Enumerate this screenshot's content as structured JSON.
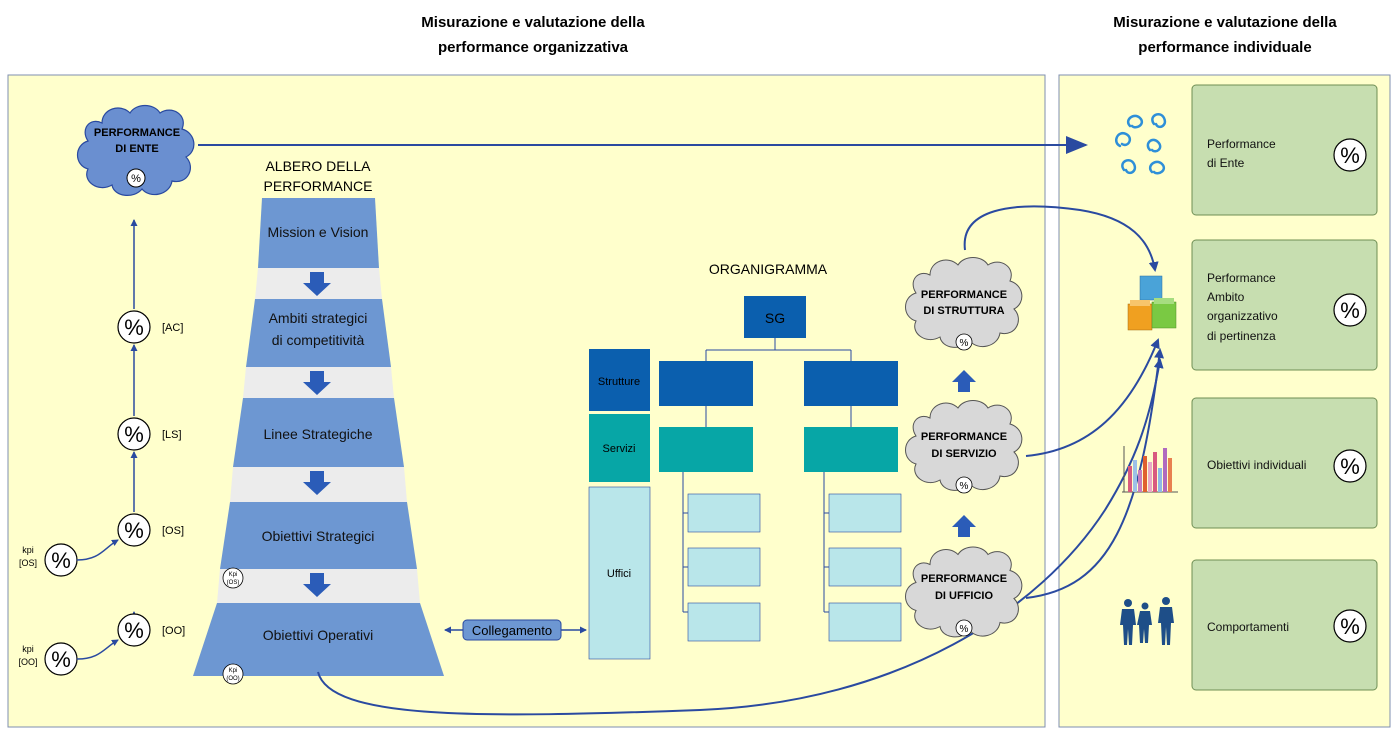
{
  "headers": {
    "org_title_line1": "Misurazione e valutazione della",
    "org_title_line2": "performance organizzativa",
    "ind_title_line1": "Misurazione e valutazione della",
    "ind_title_line2": "performance individuale"
  },
  "ente_cloud": {
    "line1": "PERFORMANCE",
    "line2": "DI ENTE",
    "symbol": "%"
  },
  "chain": [
    {
      "label": "[AC]",
      "symbol": "%"
    },
    {
      "label": "[LS]",
      "symbol": "%"
    },
    {
      "label": "[OS]",
      "symbol": "%"
    },
    {
      "label": "[OO]",
      "symbol": "%"
    }
  ],
  "kpi_os": {
    "line1": "kpi",
    "line2": "[OS]",
    "symbol": "%"
  },
  "kpi_oo": {
    "line1": "kpi",
    "line2": "[OO]",
    "symbol": "%"
  },
  "tree": {
    "title_line1": "ALBERO DELLA",
    "title_line2": "PERFORMANCE",
    "levels": [
      {
        "line1": "Mission e Vision",
        "line2": ""
      },
      {
        "line1": "Ambiti strategici",
        "line2": "di competitività"
      },
      {
        "line1": "Linee Strategiche",
        "line2": ""
      },
      {
        "line1": "Obiettivi Strategici",
        "line2": ""
      },
      {
        "line1": "Obiettivi Operativi",
        "line2": ""
      }
    ],
    "kpi_os": {
      "line1": "Kpi",
      "line2": "(OS)"
    },
    "kpi_oo": {
      "line1": "Kpi",
      "line2": "(OO)"
    }
  },
  "collegamento": "Collegamento",
  "organigramma": {
    "title": "ORGANIGRAMMA",
    "top": "SG",
    "side_labels": {
      "strutture": "Strutture",
      "servizi": "Servizi",
      "uffici": "Uffici"
    },
    "colors": {
      "dark_blue": "#0b5fae",
      "teal": "#07a6a6",
      "light_teal": "#b9e6ea"
    }
  },
  "unit_clouds": [
    {
      "line1": "PERFORMANCE",
      "line2": "DI STRUTTURA",
      "symbol": "%"
    },
    {
      "line1": "PERFORMANCE",
      "line2": "DI SERVIZIO",
      "symbol": "%"
    },
    {
      "line1": "PERFORMANCE",
      "line2": "DI UFFICIO",
      "symbol": "%"
    }
  ],
  "individual": [
    {
      "lines": [
        "Performance",
        "di Ente"
      ],
      "symbol": "%",
      "icon": "logo-knot-icon"
    },
    {
      "lines": [
        "Performance",
        "Ambito",
        "organizzativo",
        "di pertinenza"
      ],
      "symbol": "%",
      "icon": "cubes-icon"
    },
    {
      "lines": [
        "Obiettivi individuali"
      ],
      "symbol": "%",
      "icon": "bar-chart-icon"
    },
    {
      "lines": [
        "Comportamenti"
      ],
      "symbol": "%",
      "icon": "people-icon"
    }
  ],
  "colors": {
    "panel_bg": "#ffffcc",
    "arrow": "#2a4aa0",
    "cloud_blue": "#6a8fd0",
    "cloud_gray": "#d8d8d8",
    "trapezoid": "#6d97d2",
    "box_green": "#c7deb0"
  }
}
